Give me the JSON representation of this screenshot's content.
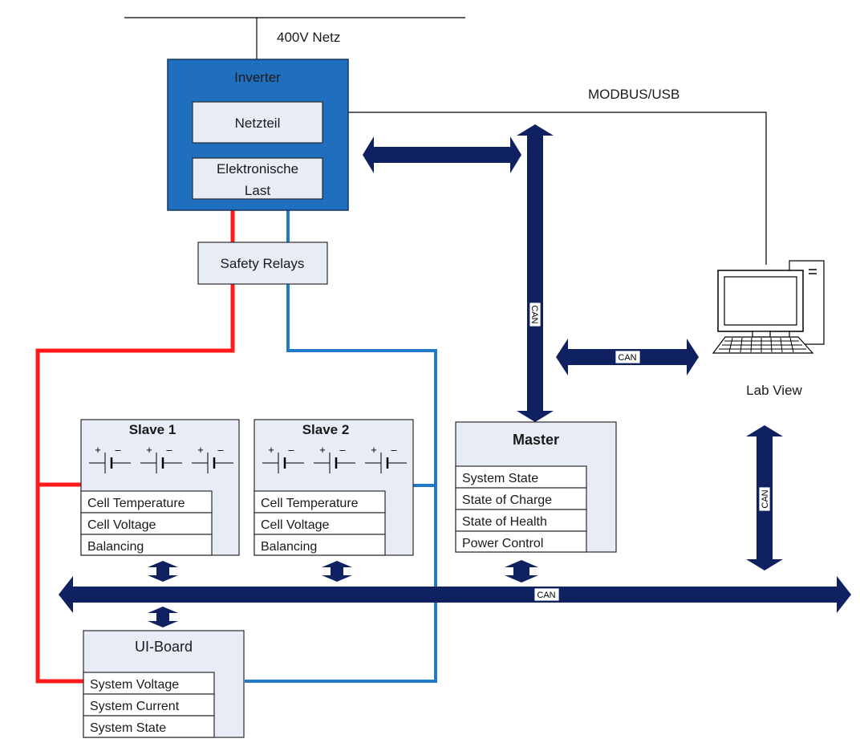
{
  "grid_label": "400V Netz",
  "modbus_label": "MODBUS/USB",
  "inverter": {
    "title": "Inverter",
    "netzteil": "Netzteil",
    "last_line1": "Elektronische",
    "last_line2": "Last"
  },
  "safety_relays": "Safety Relays",
  "lab_view": "Lab View",
  "can_label": "CAN",
  "slave1": {
    "title": "Slave 1",
    "rows": [
      "Cell Temperature",
      "Cell Voltage",
      "Balancing"
    ]
  },
  "slave2": {
    "title": "Slave 2",
    "rows": [
      "Cell Temperature",
      "Cell Voltage",
      "Balancing"
    ]
  },
  "master": {
    "title": "Master",
    "rows": [
      "System State",
      "State of Charge",
      "State of Health",
      "Power Control"
    ]
  },
  "ui_board": {
    "title": "UI-Board",
    "rows": [
      "System Voltage",
      "System Current",
      "System State"
    ]
  },
  "colors": {
    "bus": "#0f2160",
    "inverter": "#1f6fbe",
    "positive_line": "#ff1a1a",
    "negative_line": "#1f78c8",
    "box_fill": "#e8ecf6"
  }
}
